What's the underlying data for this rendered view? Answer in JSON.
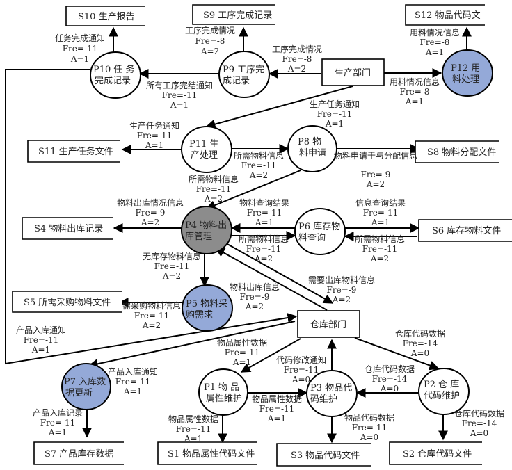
{
  "diagram": {
    "title": "数据流图",
    "colors": {
      "process_default": "#ffffff",
      "process_blue": "#94a9d8",
      "process_gray": "#8c8c8c",
      "line": "#000000"
    },
    "externals": [
      {
        "id": "prod_dept",
        "label": "生产部门"
      },
      {
        "id": "wh_dept",
        "label": "仓库部门"
      }
    ],
    "stores": [
      {
        "id": "S10",
        "label": "S10 生产报告"
      },
      {
        "id": "S9",
        "label": "S9 工序完成记录"
      },
      {
        "id": "S12",
        "label": "S12 物品代码文"
      },
      {
        "id": "S11",
        "label": "S11 生产任务文件"
      },
      {
        "id": "S8",
        "label": "S8 物料分配文件"
      },
      {
        "id": "S4",
        "label": "S4 物料出库记录"
      },
      {
        "id": "S6",
        "label": "S6 库存物料文件"
      },
      {
        "id": "S5",
        "label": "S5 所需采购物料文件"
      },
      {
        "id": "S7",
        "label": "S7 产品库存数据"
      },
      {
        "id": "S1",
        "label": "S1 物品属性代码文件"
      },
      {
        "id": "S3",
        "label": "S3 物品代码文件"
      },
      {
        "id": "S2",
        "label": "S2 仓库代码文件"
      }
    ],
    "processes": [
      {
        "id": "P10",
        "lines": [
          "P10 任 务",
          "完成记录"
        ],
        "fill": "default"
      },
      {
        "id": "P9",
        "lines": [
          "P9 工序完",
          "成记录"
        ],
        "fill": "default"
      },
      {
        "id": "P12",
        "lines": [
          "P12  用",
          "料处理"
        ],
        "fill": "blue"
      },
      {
        "id": "P11",
        "lines": [
          "P11  生",
          "产处理"
        ],
        "fill": "default"
      },
      {
        "id": "P8",
        "lines": [
          "P8   物",
          "料申请"
        ],
        "fill": "default"
      },
      {
        "id": "P4",
        "lines": [
          "P4 物料出",
          "库管理"
        ],
        "fill": "gray"
      },
      {
        "id": "P6",
        "lines": [
          "P6 库存物",
          "料查询"
        ],
        "fill": "default"
      },
      {
        "id": "P5",
        "lines": [
          "P5 物料采",
          "购需求"
        ],
        "fill": "blue"
      },
      {
        "id": "P7",
        "lines": [
          "P7 入库数",
          "据更新"
        ],
        "fill": "blue"
      },
      {
        "id": "P1",
        "lines": [
          "P1  物 品",
          "属性维护"
        ],
        "fill": "default"
      },
      {
        "id": "P3",
        "lines": [
          "P3 物品代",
          "码维护"
        ],
        "fill": "default"
      },
      {
        "id": "P2",
        "lines": [
          "P2  仓 库",
          "代码维护"
        ],
        "fill": "default"
      }
    ],
    "flows": [
      {
        "from": "P10",
        "to": "S10",
        "name": "任务完成通知",
        "fre": "Fre=-11",
        "a": "A=1"
      },
      {
        "from": "P9",
        "to": "S9",
        "name": "工序完成情况",
        "fre": "Fre=-8",
        "a": "A=2"
      },
      {
        "from": "生产部门",
        "to": "P9",
        "name": "工序完成情况",
        "fre": "Fre=-8",
        "a": "A=2"
      },
      {
        "from": "P9",
        "to": "P10",
        "name": "所有工序完结通知",
        "fre": "Fre=-11",
        "a": "A=1"
      },
      {
        "from": "P12",
        "to": "S12",
        "name": "用料情况信息",
        "fre": "Fre=-8",
        "a": "A=1"
      },
      {
        "from": "生产部门",
        "to": "P12",
        "name": "用料情况信息",
        "fre": "Fre=-8",
        "a": "A=1"
      },
      {
        "from": "生产部门",
        "to": "P11",
        "name": "生产任务通知",
        "fre": "Fre=-11",
        "a": "A=1"
      },
      {
        "from": "P11",
        "to": "S11",
        "name": "生产任务通知",
        "fre": "Fre=-11",
        "a": "A=1"
      },
      {
        "from": "P11",
        "to": "P8",
        "name": "所需物料信息",
        "fre": "Fre=-11",
        "a": "A=2"
      },
      {
        "from": "P8",
        "to": "S8",
        "name": "物料申请于与分配信息",
        "fre": "Fre=-9",
        "a": "A=2"
      },
      {
        "from": "P8",
        "to": "P4",
        "name": "所需物料信息",
        "fre": "Fre=-11",
        "a": "A=2"
      },
      {
        "from": "P4",
        "to": "S4",
        "name": "物料出库情况信息",
        "fre": "Fre=-9",
        "a": "A=2"
      },
      {
        "from": "P6",
        "to": "P4",
        "name": "物料查询结果",
        "fre": "Fre=-11",
        "a": "A=1"
      },
      {
        "from": "P4",
        "to": "P6",
        "name": "所需物料信息",
        "fre": "Fre=-11",
        "a": "A=2"
      },
      {
        "from": "P6",
        "to": "S6",
        "name": "信息查询结果",
        "fre": "Fre=-11",
        "a": "A=1"
      },
      {
        "from": "S6",
        "to": "P6",
        "name": "所需物料信息",
        "fre": "Fre=-11",
        "a": "A=2"
      },
      {
        "from": "P4",
        "to": "P5",
        "name": "无库存物料信息",
        "fre": "Fre=-11",
        "a": "A=2"
      },
      {
        "from": "仓库部门",
        "to": "P4",
        "name": "物料出库信息",
        "fre": "Fre=-9",
        "a": "A=2"
      },
      {
        "from": "P4",
        "to": "仓库部门",
        "name": "需要出库物料信息",
        "fre": "Fre=-9",
        "a": "A=2"
      },
      {
        "from": "P5",
        "to": "S5",
        "name": "需采购物料信息",
        "fre": "Fre=-11",
        "a": "A=2"
      },
      {
        "from": "P10",
        "to": "仓库部门",
        "name": "产品入库通知",
        "fre": "Fre=-11",
        "a": "A=1"
      },
      {
        "from": "仓库部门",
        "to": "P7",
        "name": "产品入库通知",
        "fre": "Fre=-11",
        "a": "A=1"
      },
      {
        "from": "P7",
        "to": "S7",
        "name": "产品入库记录",
        "fre": "Fre=-11",
        "a": "A=1"
      },
      {
        "from": "仓库部门",
        "to": "P1",
        "name": "物品属性数据",
        "fre": "Fre=-11",
        "a": "A=1"
      },
      {
        "from": "P3",
        "to": "仓库部门",
        "name": "代码修改通知",
        "fre": "Fre=-11",
        "a": "A=0"
      },
      {
        "from": "仓库部门",
        "to": "P2",
        "name": "仓库代码数据",
        "fre": "Fre=-14",
        "a": "A=0"
      },
      {
        "from": "P2",
        "to": "P3",
        "name": "仓库代码数据",
        "fre": "Fre=-14",
        "a": "A=0"
      },
      {
        "from": "P1",
        "to": "P3",
        "name": "物品属性数据",
        "fre": "Fre=-11",
        "a": "A=1"
      },
      {
        "from": "P1",
        "to": "S1",
        "name": "物品属性数据",
        "fre": "Fre=-11",
        "a": "A=1"
      },
      {
        "from": "P3",
        "to": "S3",
        "name": "物品代码数据",
        "fre": "Fre=-11",
        "a": "A=0"
      },
      {
        "from": "P2",
        "to": "S2",
        "name": "仓库代码数据",
        "fre": "Fre=-14",
        "a": "A=0"
      }
    ]
  }
}
